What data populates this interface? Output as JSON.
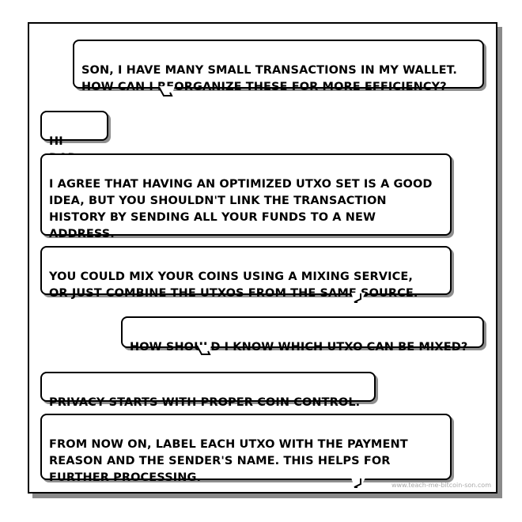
{
  "comic": {
    "messages": [
      {
        "speaker": "dad",
        "text": "SON, I HAVE MANY SMALL TRANSACTIONS IN MY WALLET.\nHOW CAN I REORGANIZE THESE FOR MORE EFFICIENCY?"
      },
      {
        "speaker": "son",
        "text": "HI DAD,"
      },
      {
        "speaker": "son",
        "text": "I AGREE THAT HAVING AN OPTIMIZED UTXO SET IS A GOOD\nIDEA, BUT YOU SHOULDN'T LINK THE TRANSACTION\nHISTORY BY SENDING ALL YOUR FUNDS TO A NEW\nADDRESS."
      },
      {
        "speaker": "son",
        "text": "YOU COULD MIX YOUR COINS USING A MIXING SERVICE,\nOR JUST COMBINE THE UTXOS FROM THE SAME SOURCE."
      },
      {
        "speaker": "dad",
        "text": "HOW SHOULD I KNOW WHICH UTXO CAN BE MIXED?"
      },
      {
        "speaker": "son",
        "text": "PRIVACY STARTS WITH PROPER COIN CONTROL."
      },
      {
        "speaker": "son",
        "text": "FROM NOW ON, LABEL EACH UTXO WITH THE PAYMENT\nREASON AND THE SENDER'S NAME. THIS HELPS FOR\nFURTHER PROCESSING."
      }
    ],
    "watermark": "www.teach-me-bitcoin-son.com"
  }
}
